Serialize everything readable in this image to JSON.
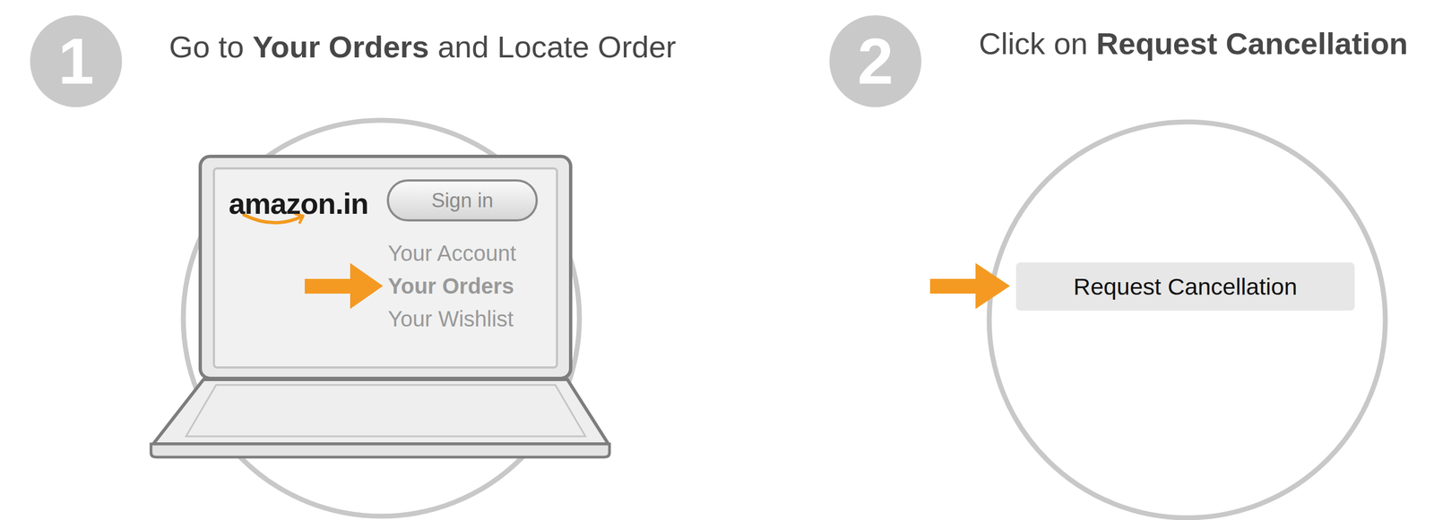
{
  "diagram": {
    "nodes": [
      {
        "text": [
          "1"
        ]
      },
      {
        "text": [
          "amazon.in",
          "Your Account",
          "Your Orders",
          "Your Wishlist"
        ]
      },
      {
        "text": [
          "Sign in"
        ],
        "in": 1
      },
      {
        "text": [
          "2"
        ]
      },
      {
        "text": [
          "Request Cancellation"
        ]
      }
    ],
    "labels": [
      "Go to",
      "Your Orders",
      "and Locate Order",
      "Click on",
      "Request Cancellation"
    ]
  }
}
